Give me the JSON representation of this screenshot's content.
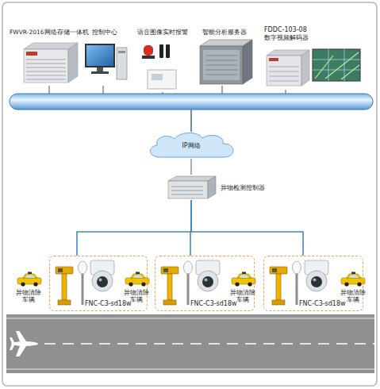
{
  "diagram": {
    "nodes": [
      {
        "text": [
          "FWVR-2016网络存储一体机"
        ]
      },
      {
        "text": [
          "控制中心"
        ]
      },
      {
        "text": [
          "语音图像实时报警"
        ]
      },
      {
        "text": [
          "智能分析服务器"
        ]
      },
      {
        "text": [
          "FDDC-103-08 数字视频解码器"
        ]
      },
      {
        "text": [
          "IP网络"
        ]
      },
      {
        "text": [
          "异物检测控制器"
        ]
      },
      {
        "text": [
          "FNC-C3-sd18w"
        ]
      },
      {
        "text": [
          "FNC-C3-sd18w"
        ]
      },
      {
        "text": [
          "FNC-C3-sd18w"
        ]
      }
    ],
    "edges": [
      {
        "from": 0,
        "to": 5,
        "arrow": "none"
      },
      {
        "from": 1,
        "to": 5,
        "arrow": "none"
      },
      {
        "from": 2,
        "to": 5,
        "arrow": "none"
      },
      {
        "from": 3,
        "to": 5,
        "arrow": "none"
      },
      {
        "from": 4,
        "to": 5,
        "arrow": "none"
      },
      {
        "from": 5,
        "to": 6,
        "arrow": "none"
      },
      {
        "from": 6,
        "to": 7,
        "arrow": "none"
      },
      {
        "from": 6,
        "to": 8,
        "arrow": "none"
      },
      {
        "from": 6,
        "to": 9,
        "arrow": "none"
      }
    ],
    "labels": [
      "异物清除车辆",
      "异物清除车辆",
      "异物清除车辆",
      "异物清除车辆"
    ]
  }
}
